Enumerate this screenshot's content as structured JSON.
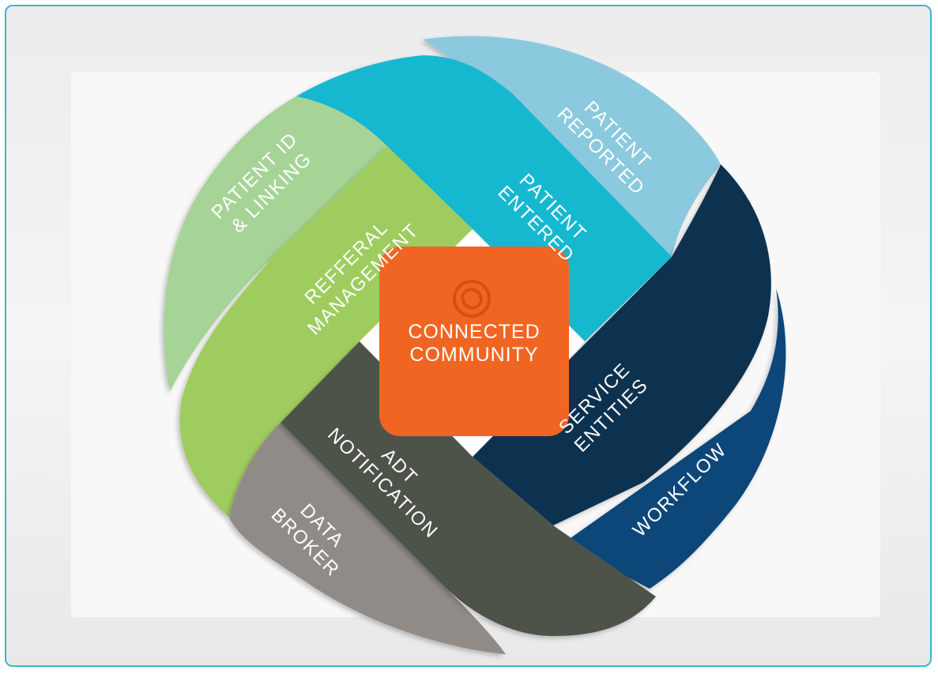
{
  "diagram": {
    "center": {
      "line1": "CONNECTED",
      "line2": "COMMUNITY"
    },
    "segments": [
      {
        "id": "patient-id",
        "line1": "PATIENT ID",
        "line2": "& LINKING",
        "color": "#a6d497"
      },
      {
        "id": "patient-reported",
        "line1": "PATIENT",
        "line2": "REPORTED",
        "color": "#8bc9df"
      },
      {
        "id": "patient-entered",
        "line1": "PATIENT",
        "line2": "ENTERED",
        "color": "#18b8d0"
      },
      {
        "id": "referral",
        "line1": "REFFERAL",
        "line2": "MANAGEMENT",
        "color": "#9fcc5e"
      },
      {
        "id": "service",
        "line1": "SERVICE",
        "line2": "ENTITIES",
        "color": "#0e3350"
      },
      {
        "id": "workflow",
        "line1": "WORKFLOW",
        "line2": "",
        "color": "#0c477a"
      },
      {
        "id": "adt",
        "line1": "ADT",
        "line2": "NOTIFICATION",
        "color": "#4d5249"
      },
      {
        "id": "data-broker",
        "line1": "DATA",
        "line2": "BROKER",
        "color": "#918b88"
      }
    ],
    "center_color": "#f16523"
  }
}
